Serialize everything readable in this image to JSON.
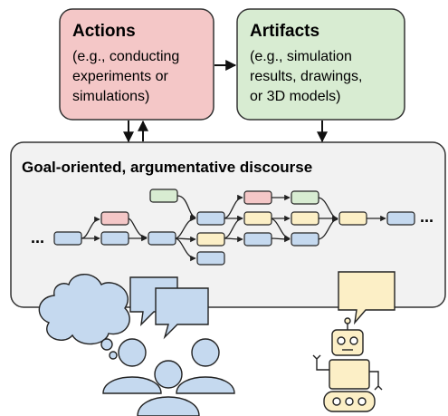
{
  "actions": {
    "title": "Actions",
    "lines": [
      "(e.g., conducting",
      "experiments or",
      "simulations)"
    ],
    "fill": "#f4c7c7"
  },
  "artifacts": {
    "title": "Artifacts",
    "lines": [
      "(e.g., simulation",
      "results, drawings,",
      "or 3D models)"
    ],
    "fill": "#d8ecd2"
  },
  "discourse": {
    "title": "Goal-oriented, argumentative discourse",
    "fill": "#f2f2f2",
    "ellipsis_left": "...",
    "ellipsis_right": "..."
  },
  "colors": {
    "node_blue": "#c5d9ef",
    "node_red": "#f4c7c7",
    "node_green": "#d8ecd2",
    "node_yellow": "#fcefc6",
    "stroke": "#222222"
  }
}
